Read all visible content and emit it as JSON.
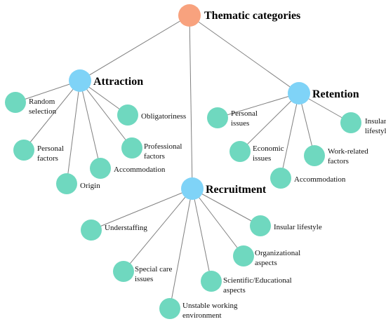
{
  "root": {
    "label": "Thematic categories"
  },
  "categories": {
    "attraction": {
      "label": "Attraction",
      "items": {
        "random_selection": [
          "Random",
          "selection"
        ],
        "obligatoriness": [
          "Obligatoriness"
        ],
        "personal_factors": [
          "Personal",
          "factors"
        ],
        "professional_factors": [
          "Professional",
          "factors"
        ],
        "accommodation": [
          "Accommodation"
        ],
        "origin": [
          "Origin"
        ]
      }
    },
    "retention": {
      "label": "Retention",
      "items": {
        "personal_issues": [
          "Personal",
          "issues"
        ],
        "insular_lifestyle": [
          "Insular",
          "lifestyle"
        ],
        "economic_issues": [
          "Economic",
          "issues"
        ],
        "work_related_factors": [
          "Work-related",
          "factors"
        ],
        "accommodation": [
          "Accommodation"
        ]
      }
    },
    "recruitment": {
      "label": "Recruitment",
      "items": {
        "understaffing": [
          "Understaffing"
        ],
        "insular_lifestyle": [
          "Insular lifestyle"
        ],
        "organizational_aspects": [
          "Organizational",
          "aspects"
        ],
        "special_care_issues": [
          "Special care",
          "issues"
        ],
        "scientific_educational_aspects": [
          "Scientific/Educational",
          "aspects"
        ],
        "unstable_working_environment": [
          "Unstable working",
          "environment"
        ]
      }
    }
  },
  "colors": {
    "root": "#F8A27E",
    "category": "#7FD3F7",
    "leaf": "#6FD8BF",
    "edge": "#808080"
  }
}
